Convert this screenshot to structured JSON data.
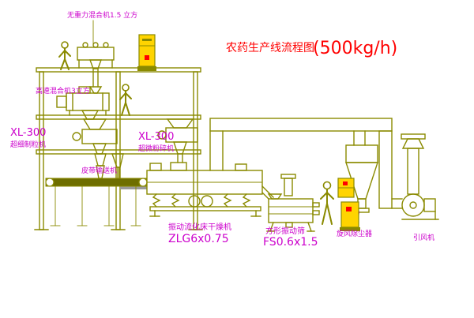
{
  "colors": {
    "line": "#8a8a00",
    "label": "#cc00cc",
    "title": "#ff0000",
    "cabinet": "#ffd400",
    "button": "#ff0000",
    "belt": "#6e6e00",
    "background": "#ffffff"
  },
  "title": {
    "name": "农药生产线流程图",
    "capacity": "(500kg/h)"
  },
  "labels": {
    "top_mixer": "无重力混合机1.5 立方",
    "high_speed_mixer": "高速混合机3立方",
    "granulator_left_model": "XL-300",
    "granulator_left_name": "超细制粒机",
    "mill_mid_model": "XL-300",
    "mill_mid_name": "超微粉碎机",
    "belt_conveyor": "皮带输送机",
    "dryer_name": "振动流化床干燥机",
    "dryer_model": "ZLG6x0.75",
    "sieve_name": "方形振动筛",
    "sieve_model": "FS0.6x1.5",
    "cyclone_name": "旋风除尘器",
    "fan_name": "引风机"
  }
}
